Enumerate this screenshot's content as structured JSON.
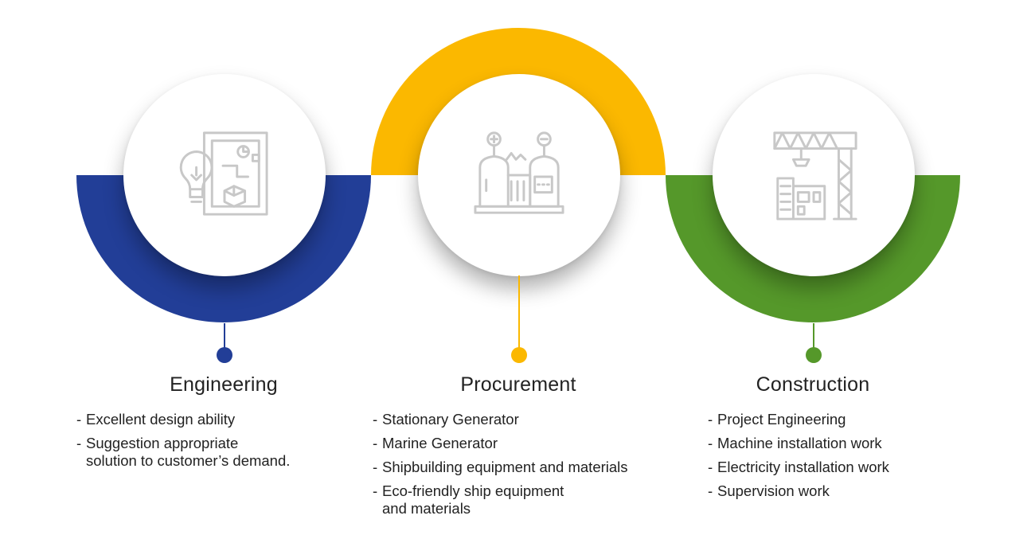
{
  "colors": {
    "engineering": "#223e97",
    "procurement": "#fbb800",
    "construction": "#55982a",
    "icon_stroke": "#c8c8c8"
  },
  "stages": [
    {
      "title": "Engineering",
      "icon": "lightbulb-blueprint-icon",
      "items": [
        "Excellent design ability",
        "Suggestion appropriate\nsolution to customer’s demand."
      ]
    },
    {
      "title": "Procurement",
      "icon": "generator-icon",
      "items": [
        "Stationary Generator",
        "Marine Generator",
        "Shipbuilding equipment and materials",
        "Eco-friendly ship equipment\nand materials"
      ]
    },
    {
      "title": "Construction",
      "icon": "tower-crane-icon",
      "items": [
        "Project Engineering",
        "Machine installation work",
        "Electricity installation work",
        "Supervision work"
      ]
    }
  ]
}
